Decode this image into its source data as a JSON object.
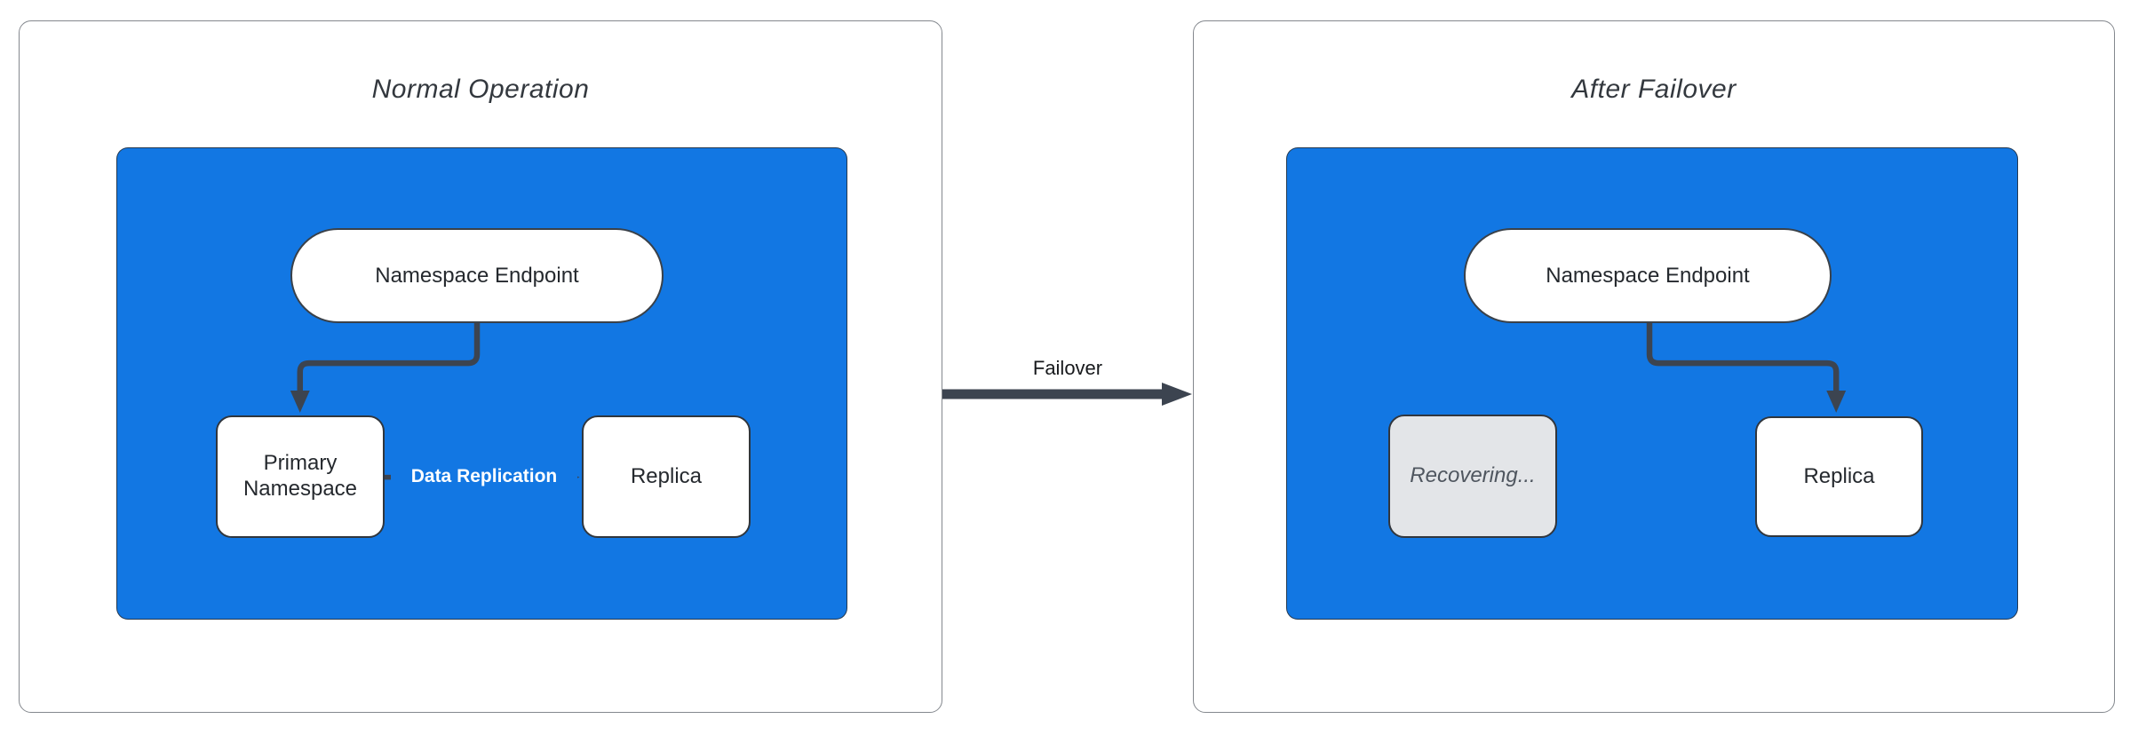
{
  "diagram": {
    "left_panel": {
      "title": "Normal Operation",
      "endpoint_label": "Namespace Endpoint",
      "primary_label": "Primary Namespace",
      "replica_label": "Replica",
      "replication_label": "Data Replication"
    },
    "right_panel": {
      "title": "After Failover",
      "endpoint_label": "Namespace Endpoint",
      "recovering_label": "Recovering...",
      "replica_label": "Replica"
    },
    "failover_label": "Failover",
    "colors": {
      "container_blue": "#1277E3",
      "arrow_dark": "#3C4450",
      "node_border": "#30363D",
      "panel_border": "#84888E",
      "recovering_fill": "#E3E5E8",
      "recovering_text": "#4F565F",
      "title_text": "#33383E",
      "edge_label_text": "#FFFFFF"
    }
  }
}
